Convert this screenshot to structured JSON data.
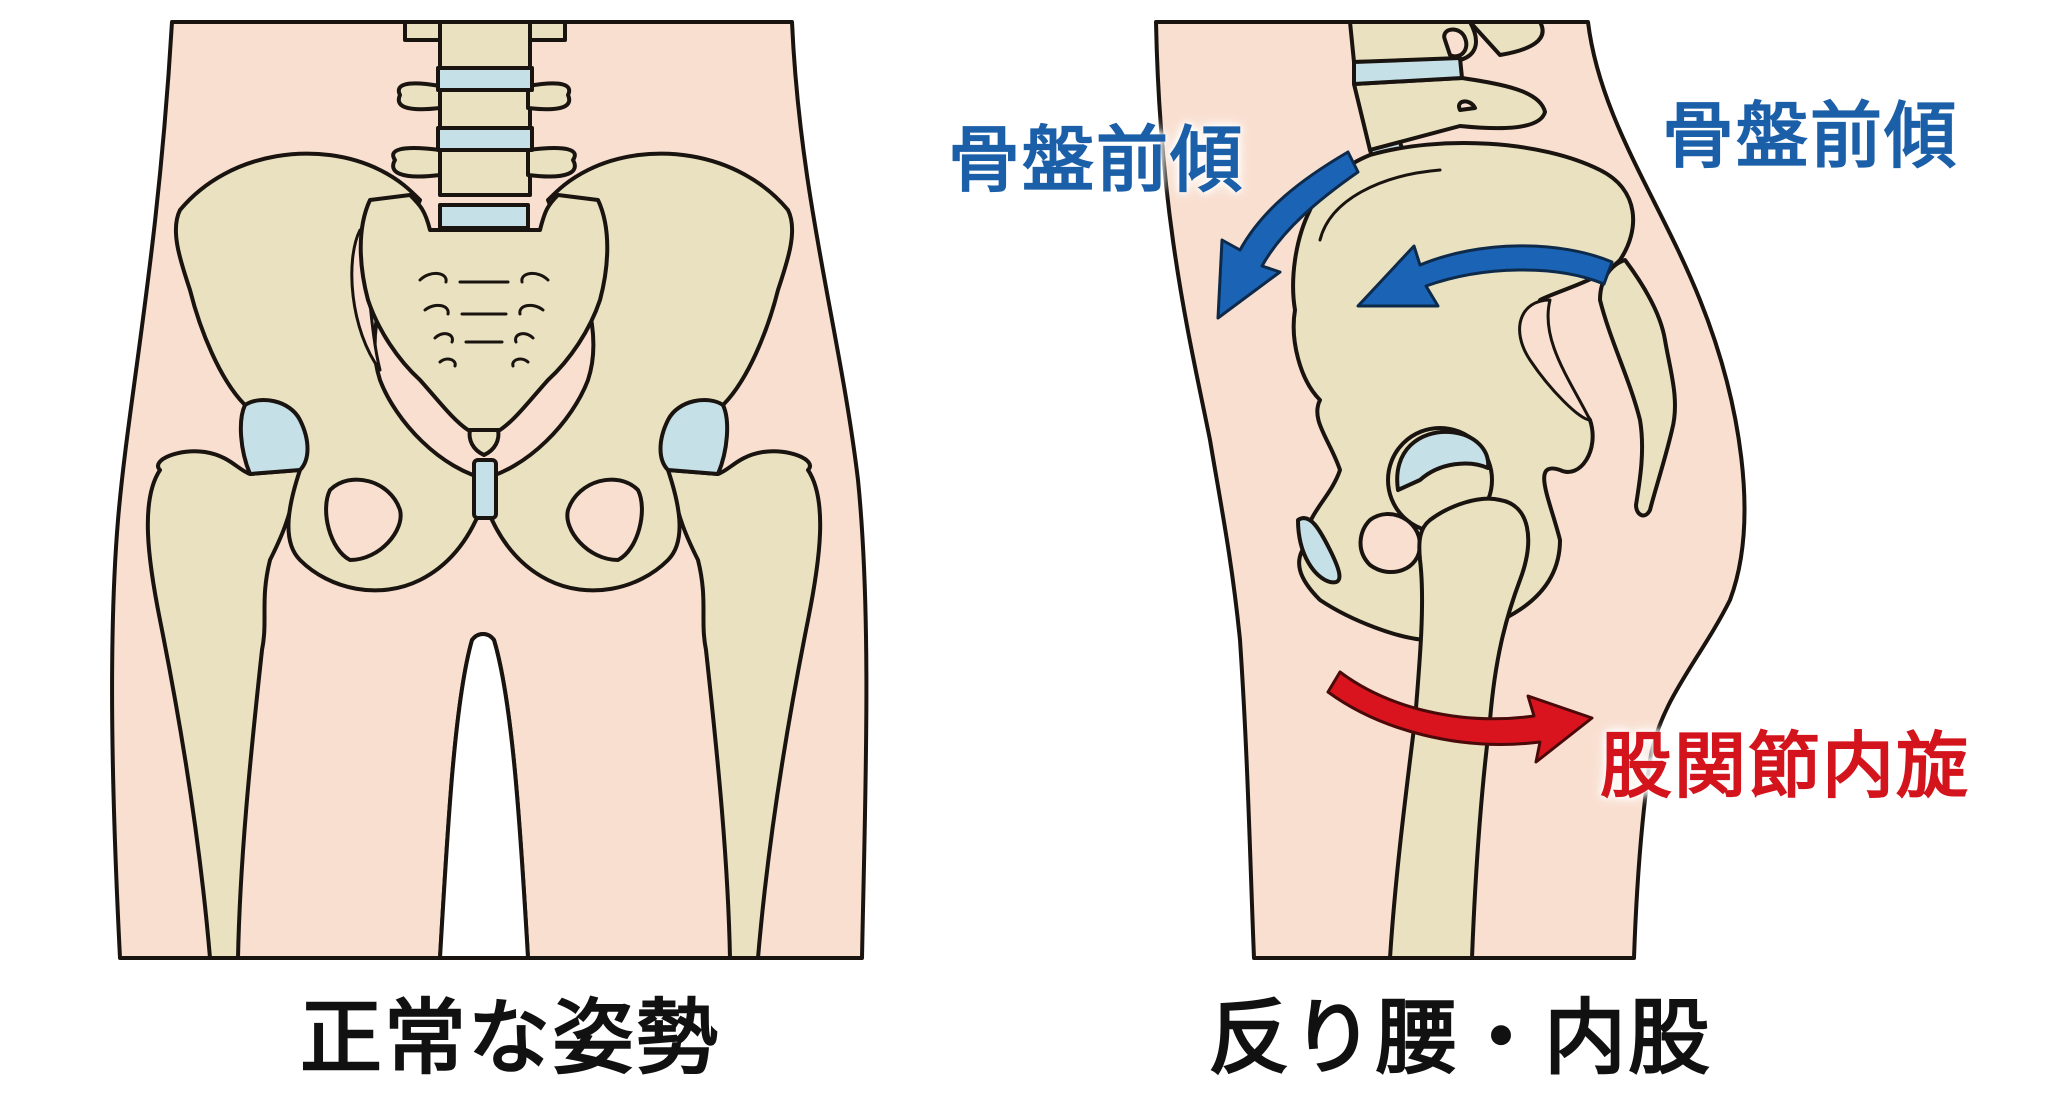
{
  "panels": [
    {
      "id": "normal",
      "caption": "正常な姿勢",
      "view": "front",
      "annotations": []
    },
    {
      "id": "lordosis",
      "caption": "反り腰・内股",
      "view": "side",
      "annotations": [
        {
          "text": "骨盤前傾",
          "color": "#1b5fa8",
          "arrow": "curved-blue-down-left"
        },
        {
          "text": "骨盤前傾",
          "color": "#1b5fa8",
          "arrow": "curved-blue-left"
        },
        {
          "text": "股関節内旋",
          "color": "#d3141c",
          "arrow": "curved-red-right"
        }
      ]
    }
  ],
  "colors": {
    "skin": "#f9dfd0",
    "bone": "#e9e1bf",
    "cartilage": "#c6e0e8",
    "outline": "#1a1410",
    "blue_arrow": "#1b63b5",
    "red_arrow": "#d9141e",
    "background": "#ffffff"
  }
}
